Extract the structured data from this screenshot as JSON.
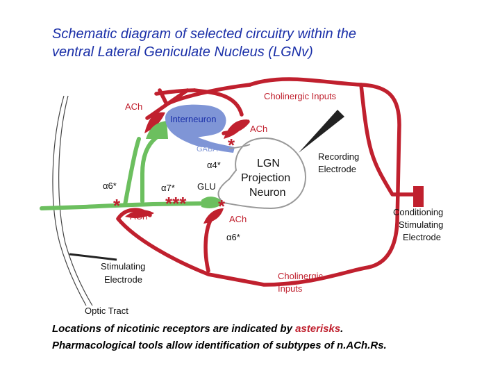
{
  "title": {
    "line1": "Schematic diagram of selected circuitry within the",
    "line2": "ventral Lateral Geniculate Nucleus (LGNv)"
  },
  "labels": {
    "cholinergic_inputs_top": "Cholinergic Inputs",
    "ach_top_left": "ACh",
    "interneuron": "Interneuron",
    "ach_right": "ACh",
    "gaba": "GABA",
    "recording_electrode_1": "Recording",
    "recording_electrode_2": "Electrode",
    "alpha4": "α4*",
    "lgn_1": "LGN",
    "lgn_2": "Projection",
    "lgn_3": "Neuron",
    "alpha6_left": "α6*",
    "alpha7": "α7*",
    "glu": "GLU",
    "ach_mid_left": "ACh",
    "ach_mid_right": "ACh",
    "alpha6_bottom": "α6*",
    "conditioning_1": "Conditioning",
    "conditioning_2": "Stimulating",
    "conditioning_3": "Electrode",
    "stimulating_1": "Stimulating",
    "stimulating_2": "Electrode",
    "cholinergic_inputs_bottom_1": "Cholinergic",
    "cholinergic_inputs_bottom_2": "Inputs",
    "optic_tract": "Optic Tract",
    "asterisk": "*",
    "asterisks_triple": "***"
  },
  "caption": {
    "line1_before": "Locations of nicotinic receptors are indicated by ",
    "line1_highlight": "asterisks",
    "line1_after": ".",
    "line2": "Pharmacological tools allow identification of subtypes of n.ACh.Rs."
  },
  "colors": {
    "title": "#1a2fa8",
    "red_pathway": "#c0202e",
    "green_pathway": "#6cbf5f",
    "interneuron": "#7f95d6",
    "highlight": "#c0202e"
  }
}
